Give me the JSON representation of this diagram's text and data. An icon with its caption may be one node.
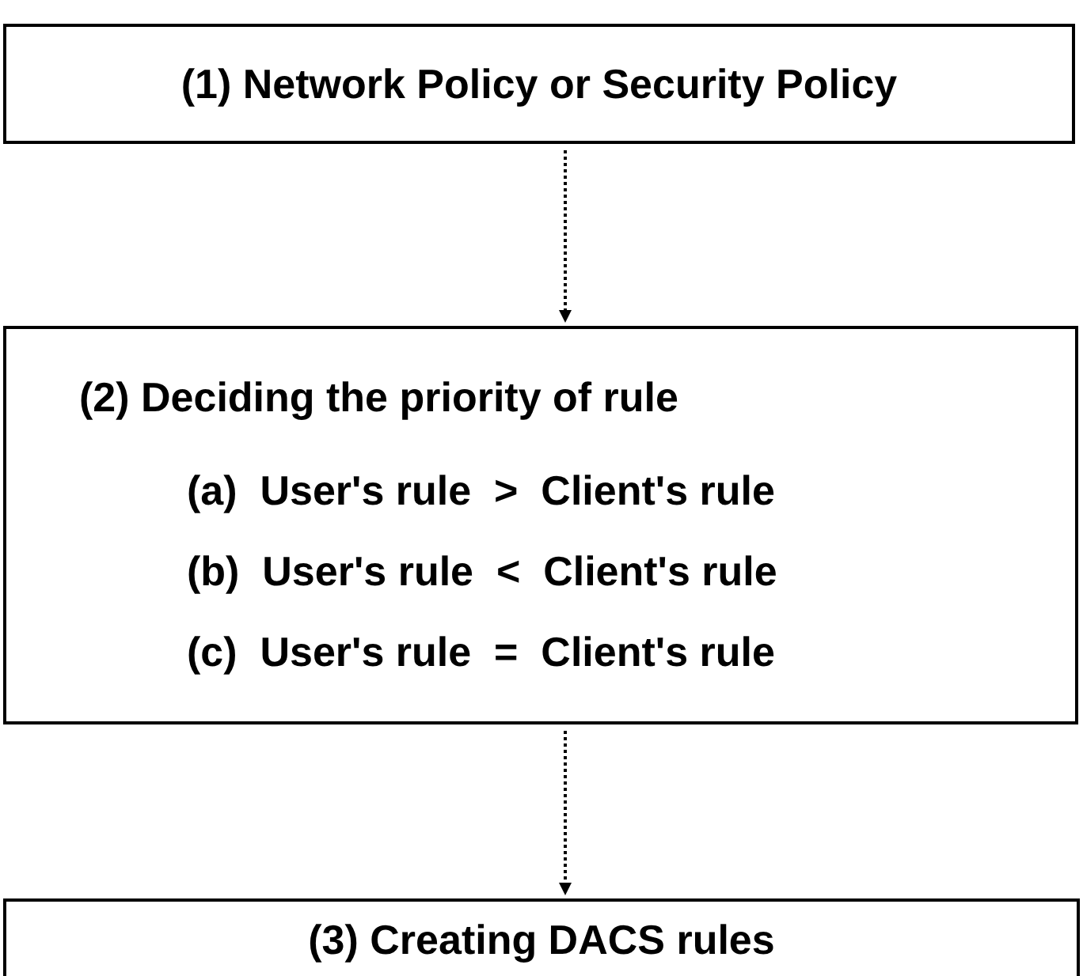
{
  "diagram": {
    "nodes": [
      {
        "text": [
          "(1) Network Policy or Security Policy"
        ]
      },
      {
        "text": [
          "(2) Deciding the priority of rule",
          "(a)  User's rule  >  Client's rule",
          "(b)  User's rule  <  Client's rule",
          "(c)  User's rule  =  Client's rule"
        ]
      },
      {
        "text": [
          "(3) Creating DACS rules"
        ]
      }
    ],
    "edges": [
      {
        "from": 0,
        "to": 1,
        "arrow": "to",
        "style": "dashed"
      },
      {
        "from": 1,
        "to": 2,
        "arrow": "to",
        "style": "dashed"
      }
    ]
  }
}
